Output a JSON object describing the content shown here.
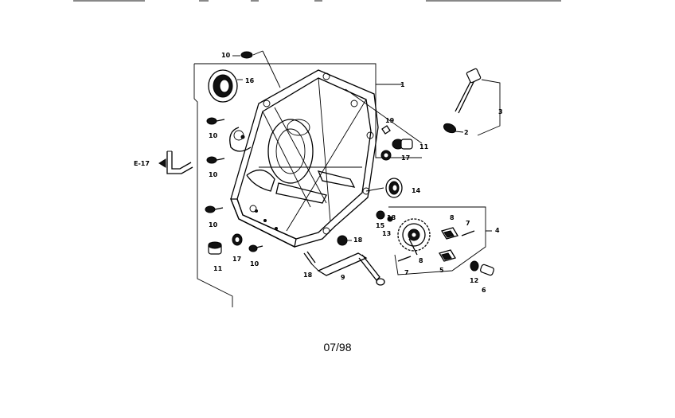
{
  "diagram": {
    "part_numbers": {
      "p1": "1",
      "p2": "2",
      "p3": "3",
      "p4": "4",
      "p5": "5",
      "p6": "6",
      "p7a": "7",
      "p7b": "7",
      "p8a": "8",
      "p8b": "8",
      "p9": "9",
      "p10a": "10",
      "p10b": "10",
      "p10c": "10",
      "p10d": "10",
      "p10e": "10",
      "p11a": "11",
      "p11b": "11",
      "p12": "12",
      "p13": "13",
      "p14": "14",
      "p15": "15",
      "p16": "16",
      "p17a": "17",
      "p17b": "17",
      "p18a": "18",
      "p18b": "18",
      "p18c": "18",
      "p19": "19",
      "ref": "E-17"
    },
    "date_code": "07/98"
  }
}
